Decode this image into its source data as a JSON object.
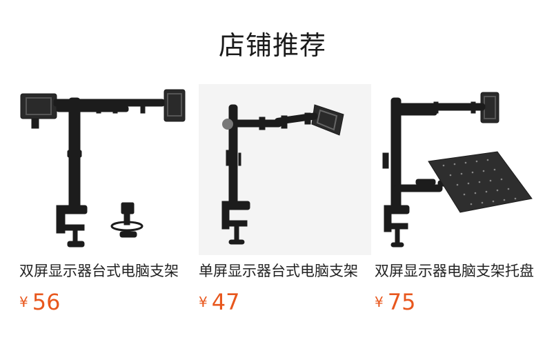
{
  "section": {
    "title": "店铺推荐"
  },
  "products": [
    {
      "name": "双屏显示器台式电脑支架",
      "currency": "¥",
      "price": "56",
      "image_icon": "dual-monitor-arm-icon"
    },
    {
      "name": "单屏显示器台式电脑支架",
      "currency": "¥",
      "price": "47",
      "image_icon": "single-monitor-arm-icon"
    },
    {
      "name": "双屏显示器电脑支架托盘",
      "currency": "¥",
      "price": "75",
      "image_icon": "monitor-laptop-tray-arm-icon"
    }
  ],
  "colors": {
    "accent_price": "#e8571d",
    "text": "#222222",
    "product_metal": "#1c1c1c"
  }
}
